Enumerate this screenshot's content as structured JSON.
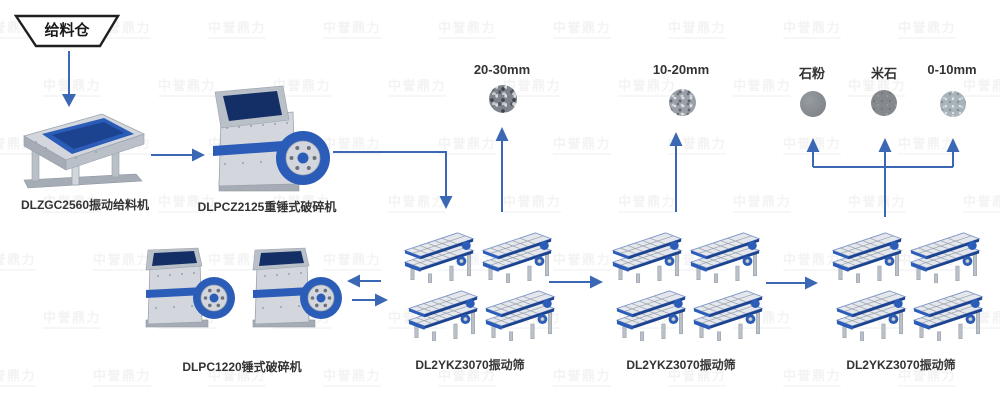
{
  "watermark": {
    "text": "中誉鼎力"
  },
  "colors": {
    "arrow": "#3a68b5",
    "machine_blue": "#2a5cb8",
    "machine_blue_dark": "#1b4390",
    "hopper_dark": "#142f66",
    "label_text": "#333333"
  },
  "flow": {
    "feed_bin": {
      "label": "给料仓"
    },
    "feeder": {
      "label": "DLZGC2560振动给料机"
    },
    "primary_crusher": {
      "label": "DLPCZ2125重锤式破碎机"
    },
    "secondary_crusher": {
      "label": "DLPC1220锤式破碎机"
    },
    "screen_groups": [
      {
        "label": "DL2YKZ3070振动筛"
      },
      {
        "label": "DL2YKZ3070振动筛"
      },
      {
        "label": "DL2YKZ3070振动筛"
      }
    ],
    "outputs": [
      {
        "id": "20-30mm",
        "label": "20-30mm"
      },
      {
        "id": "10-20mm",
        "label": "10-20mm"
      },
      {
        "id": "stone-powder",
        "label": "石粉"
      },
      {
        "id": "rice-stone",
        "label": "米石"
      },
      {
        "id": "0-10mm",
        "label": "0-10mm"
      }
    ]
  }
}
